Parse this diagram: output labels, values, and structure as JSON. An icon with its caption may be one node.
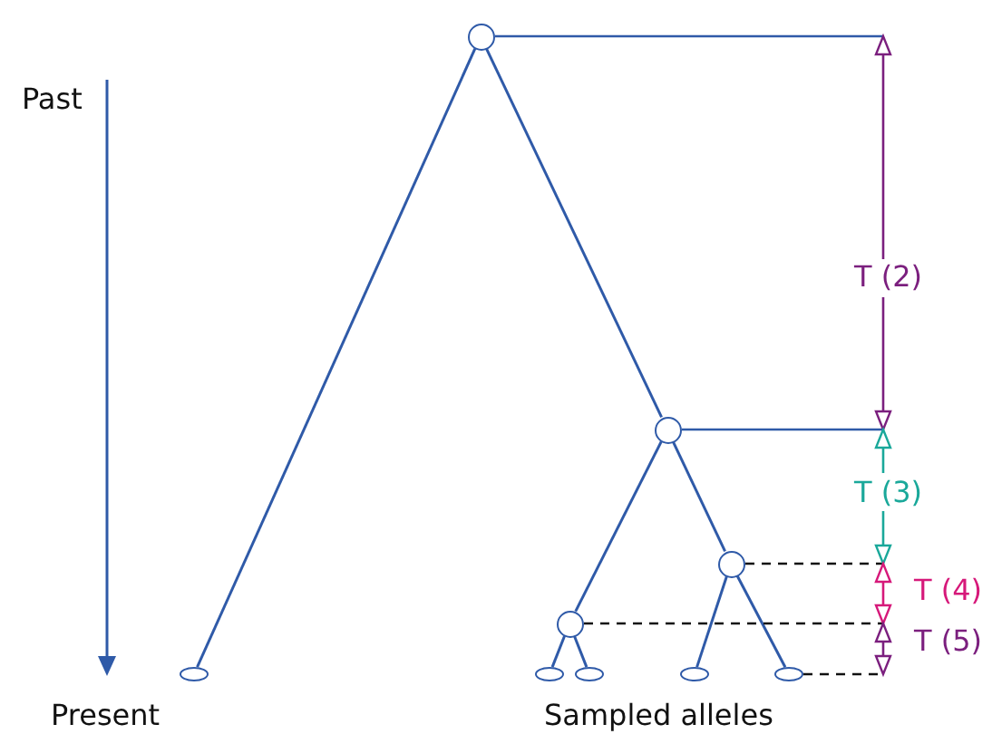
{
  "diagram": {
    "nodes": [
      {
        "text": [],
        "shape": "circle"
      },
      {
        "text": [],
        "shape": "circle"
      },
      {
        "text": [],
        "shape": "circle"
      },
      {
        "text": [],
        "shape": "circle"
      },
      {
        "text": [],
        "shape": "ellipse"
      },
      {
        "text": [],
        "shape": "ellipse"
      },
      {
        "text": [],
        "shape": "ellipse"
      },
      {
        "text": [],
        "shape": "ellipse"
      },
      {
        "text": [],
        "shape": "ellipse"
      }
    ],
    "edges": [
      {
        "from": 0,
        "to": 4,
        "arrow": "none"
      },
      {
        "from": 0,
        "to": 1,
        "arrow": "none"
      },
      {
        "from": 1,
        "to": 3,
        "arrow": "none"
      },
      {
        "from": 1,
        "to": 2,
        "arrow": "none"
      },
      {
        "from": 3,
        "to": 5,
        "arrow": "none"
      },
      {
        "from": 3,
        "to": 6,
        "arrow": "none"
      },
      {
        "from": 2,
        "to": 7,
        "arrow": "none"
      },
      {
        "from": 2,
        "to": 8,
        "arrow": "none"
      }
    ],
    "labels": [
      "Past",
      "T (2)",
      "T (3)",
      "T (4)",
      "T (5)",
      "Present",
      "Sampled alleles"
    ]
  }
}
